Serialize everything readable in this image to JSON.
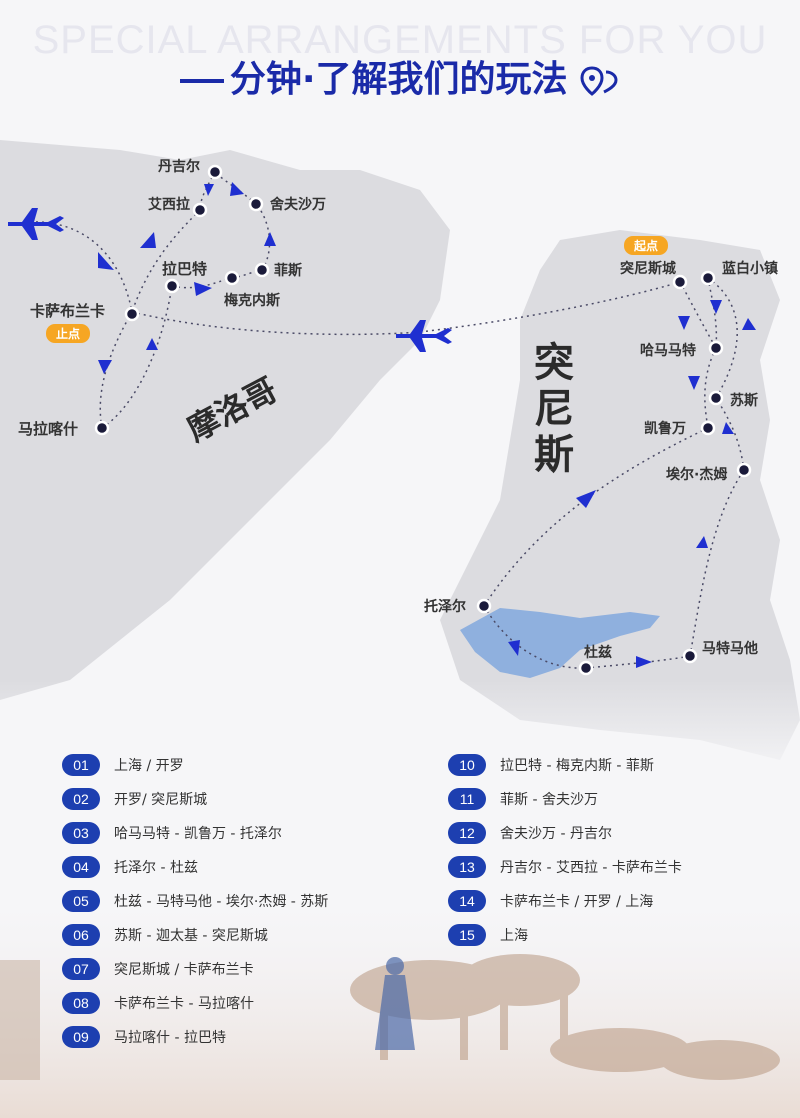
{
  "header": {
    "title_en": "SPECIAL ARRANGEMENTS FOR YOU",
    "title_cn": "分钟·了解我们的玩法"
  },
  "countries": {
    "morocco": "摩洛哥",
    "tunisia_chars": [
      "突",
      "尼",
      "斯"
    ]
  },
  "badges": {
    "start": "起点",
    "end": "止点"
  },
  "cities": {
    "danjier": "丹吉尔",
    "aixila": "艾西拉",
    "shefushawan": "舍夫沙万",
    "laba": "拉巴特",
    "feisi": "菲斯",
    "meikenei": "梅克内斯",
    "kasabulanka": "卡萨布兰卡",
    "malakashi": "马拉喀什",
    "tunis": "突尼斯城",
    "lanbai": "蓝白小镇",
    "hamamate": "哈马马特",
    "susi": "苏斯",
    "kailuwan": "凯鲁万",
    "aier": "埃尔·杰姆",
    "tuozeer": "托泽尔",
    "duzi": "杜兹",
    "matemata": "马特马他"
  },
  "routes": [
    {
      "num": "01",
      "text": "上海 / 开罗"
    },
    {
      "num": "02",
      "text": "开罗/ 突尼斯城"
    },
    {
      "num": "03",
      "text": "哈马马特 - 凯鲁万 - 托泽尔"
    },
    {
      "num": "04",
      "text": "托泽尔 - 杜兹"
    },
    {
      "num": "05",
      "text": "杜兹 - 马特马他 - 埃尔·杰姆 - 苏斯"
    },
    {
      "num": "06",
      "text": "苏斯 - 迦太基 - 突尼斯城"
    },
    {
      "num": "07",
      "text": "突尼斯城 / 卡萨布兰卡"
    },
    {
      "num": "08",
      "text": "卡萨布兰卡 - 马拉喀什"
    },
    {
      "num": "09",
      "text": "马拉喀什 - 拉巴特"
    },
    {
      "num": "10",
      "text": "拉巴特 - 梅克内斯 - 菲斯"
    },
    {
      "num": "11",
      "text": "菲斯 - 舍夫沙万"
    },
    {
      "num": "12",
      "text": "舍夫沙万 - 丹吉尔"
    },
    {
      "num": "13",
      "text": "丹吉尔 - 艾西拉 - 卡萨布兰卡"
    },
    {
      "num": "14",
      "text": "卡萨布兰卡 / 开罗 / 上海"
    },
    {
      "num": "15",
      "text": "上海"
    }
  ],
  "colors": {
    "brand_blue": "#1a2aa8",
    "badge_orange": "#f6a623",
    "lake_blue": "#8fb0de",
    "land_gray": "#dfdfe3"
  }
}
